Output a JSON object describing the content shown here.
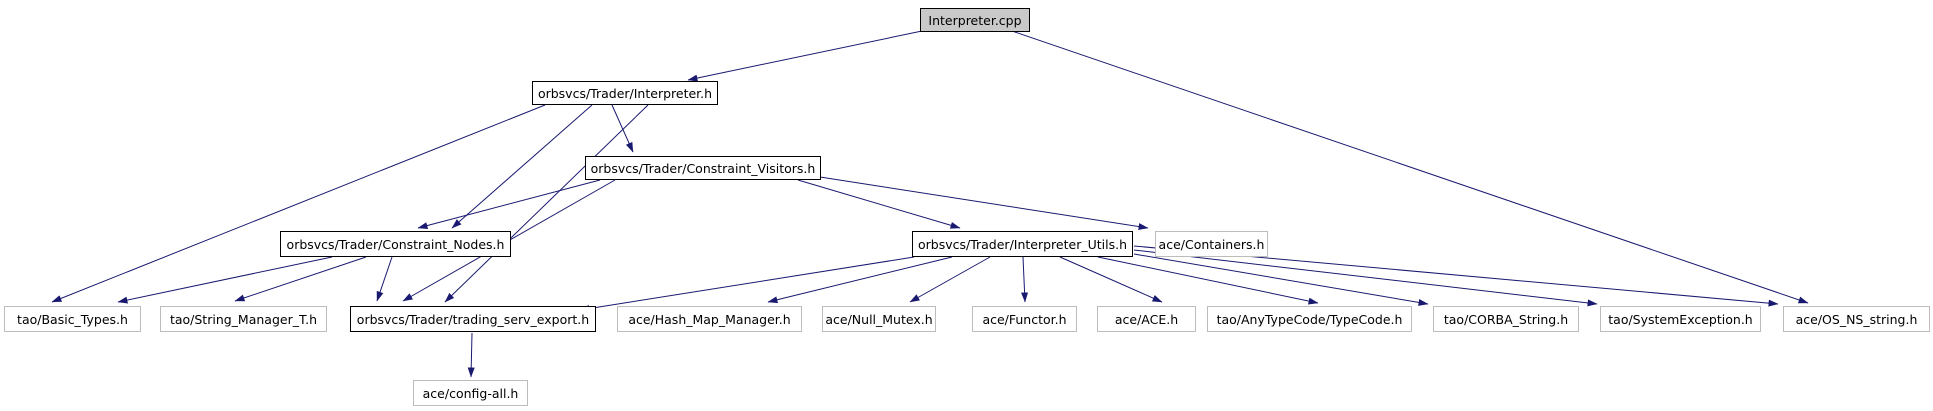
{
  "diagram": {
    "type": "include-dependency-graph",
    "root": "Interpreter.cpp",
    "colors": {
      "edge": "#191970",
      "node_border": "#000000",
      "external_node_border": "#bcbcbc",
      "root_fill": "#c9c9c9",
      "background": "#ffffff"
    },
    "nodes": [
      {
        "id": "interpreter-cpp",
        "label": "Interpreter.cpp",
        "type": "root"
      },
      {
        "id": "interpreter-h",
        "label": "orbsvcs/Trader/Interpreter.h",
        "type": "link"
      },
      {
        "id": "constraint-visitors",
        "label": "orbsvcs/Trader/Constraint_Visitors.h",
        "type": "link"
      },
      {
        "id": "constraint-nodes",
        "label": "orbsvcs/Trader/Constraint_Nodes.h",
        "type": "link"
      },
      {
        "id": "interpreter-utils",
        "label": "orbsvcs/Trader/Interpreter_Utils.h",
        "type": "link"
      },
      {
        "id": "ace-containers",
        "label": "ace/Containers.h",
        "type": "external"
      },
      {
        "id": "tao-basic-types",
        "label": "tao/Basic_Types.h",
        "type": "external"
      },
      {
        "id": "tao-string-manager",
        "label": "tao/String_Manager_T.h",
        "type": "external"
      },
      {
        "id": "trading-serv-export",
        "label": "orbsvcs/Trader/trading_serv_export.h",
        "type": "link"
      },
      {
        "id": "ace-hash-map",
        "label": "ace/Hash_Map_Manager.h",
        "type": "external"
      },
      {
        "id": "ace-null-mutex",
        "label": "ace/Null_Mutex.h",
        "type": "external"
      },
      {
        "id": "ace-functor",
        "label": "ace/Functor.h",
        "type": "external"
      },
      {
        "id": "ace-ace",
        "label": "ace/ACE.h",
        "type": "external"
      },
      {
        "id": "tao-typecode",
        "label": "tao/AnyTypeCode/TypeCode.h",
        "type": "external"
      },
      {
        "id": "tao-corba-string",
        "label": "tao/CORBA_String.h",
        "type": "external"
      },
      {
        "id": "tao-system-exception",
        "label": "tao/SystemException.h",
        "type": "external"
      },
      {
        "id": "ace-os-ns-string",
        "label": "ace/OS_NS_string.h",
        "type": "external"
      },
      {
        "id": "ace-config-all",
        "label": "ace/config-all.h",
        "type": "external"
      }
    ],
    "edges": [
      {
        "from": "Interpreter.cpp",
        "to": "orbsvcs/Trader/Interpreter.h"
      },
      {
        "from": "Interpreter.cpp",
        "to": "ace/OS_NS_string.h"
      },
      {
        "from": "orbsvcs/Trader/Interpreter.h",
        "to": "orbsvcs/Trader/Constraint_Visitors.h"
      },
      {
        "from": "orbsvcs/Trader/Interpreter.h",
        "to": "orbsvcs/Trader/Constraint_Nodes.h"
      },
      {
        "from": "orbsvcs/Trader/Interpreter.h",
        "to": "orbsvcs/Trader/trading_serv_export.h"
      },
      {
        "from": "orbsvcs/Trader/Interpreter.h",
        "to": "tao/Basic_Types.h"
      },
      {
        "from": "orbsvcs/Trader/Constraint_Visitors.h",
        "to": "orbsvcs/Trader/Constraint_Nodes.h"
      },
      {
        "from": "orbsvcs/Trader/Constraint_Visitors.h",
        "to": "orbsvcs/Trader/Interpreter_Utils.h"
      },
      {
        "from": "orbsvcs/Trader/Constraint_Visitors.h",
        "to": "ace/Containers.h"
      },
      {
        "from": "orbsvcs/Trader/Constraint_Visitors.h",
        "to": "orbsvcs/Trader/trading_serv_export.h"
      },
      {
        "from": "orbsvcs/Trader/Constraint_Nodes.h",
        "to": "tao/Basic_Types.h"
      },
      {
        "from": "orbsvcs/Trader/Constraint_Nodes.h",
        "to": "tao/String_Manager_T.h"
      },
      {
        "from": "orbsvcs/Trader/Constraint_Nodes.h",
        "to": "orbsvcs/Trader/trading_serv_export.h"
      },
      {
        "from": "orbsvcs/Trader/Interpreter_Utils.h",
        "to": "orbsvcs/Trader/trading_serv_export.h"
      },
      {
        "from": "orbsvcs/Trader/Interpreter_Utils.h",
        "to": "ace/Hash_Map_Manager.h"
      },
      {
        "from": "orbsvcs/Trader/Interpreter_Utils.h",
        "to": "ace/Null_Mutex.h"
      },
      {
        "from": "orbsvcs/Trader/Interpreter_Utils.h",
        "to": "ace/Functor.h"
      },
      {
        "from": "orbsvcs/Trader/Interpreter_Utils.h",
        "to": "ace/ACE.h"
      },
      {
        "from": "orbsvcs/Trader/Interpreter_Utils.h",
        "to": "tao/AnyTypeCode/TypeCode.h"
      },
      {
        "from": "orbsvcs/Trader/Interpreter_Utils.h",
        "to": "tao/CORBA_String.h"
      },
      {
        "from": "orbsvcs/Trader/Interpreter_Utils.h",
        "to": "tao/SystemException.h"
      },
      {
        "from": "orbsvcs/Trader/Interpreter_Utils.h",
        "to": "ace/OS_NS_string.h"
      },
      {
        "from": "orbsvcs/Trader/trading_serv_export.h",
        "to": "ace/config-all.h"
      }
    ]
  }
}
